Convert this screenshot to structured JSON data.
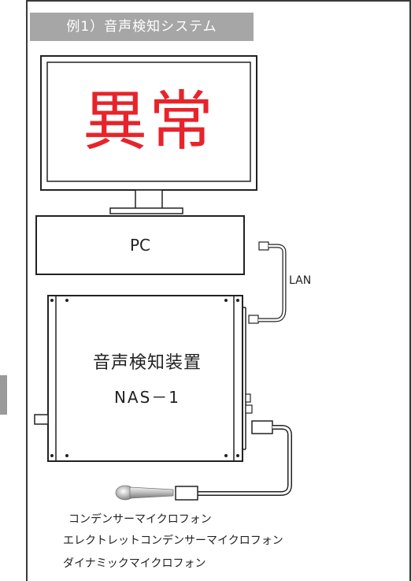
{
  "header": {
    "title": "例1）音声検知システム"
  },
  "monitor": {
    "status_text": "異常",
    "status_color": "#e8232a"
  },
  "pc": {
    "label": "PC"
  },
  "network": {
    "label": "LAN"
  },
  "device": {
    "name": "音声検知装置",
    "model": "NAS－1"
  },
  "microphones": [
    {
      "label": "コンデンサーマイクロフォン"
    },
    {
      "label": "エレクトレットコンデンサーマイクロフォン"
    },
    {
      "label": "ダイナミックマイクロフォン"
    }
  ],
  "colors": {
    "frame": "#3a3a3a",
    "header_bg": "#a6a6a6",
    "header_text": "#ffffff",
    "alert": "#e8232a"
  }
}
